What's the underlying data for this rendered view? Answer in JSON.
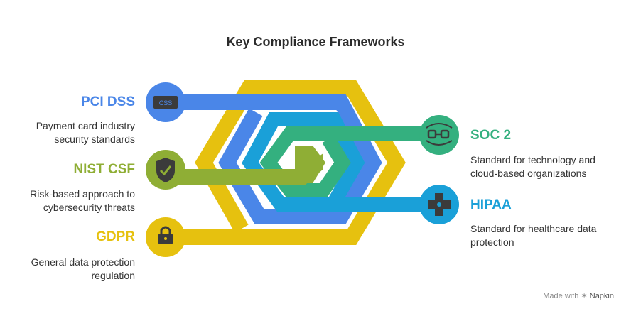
{
  "title": "Key Compliance Frameworks",
  "frameworks": [
    {
      "name": "PCI DSS",
      "description": "Payment card industry security standards",
      "color": "#4a86e8",
      "icon": "css-icon",
      "icon_text": "CSS"
    },
    {
      "name": "NIST CSF",
      "description": "Risk-based approach to cybersecurity threats",
      "color": "#8fae35",
      "icon": "shield-check-icon"
    },
    {
      "name": "GDPR",
      "description": "General data protection regulation",
      "color": "#e6c10f",
      "icon": "lock-icon"
    },
    {
      "name": "SOC 2",
      "description": "Standard for technology and cloud-based organizations",
      "color": "#34b07f",
      "icon": "link-arrows-icon"
    },
    {
      "name": "HIPAA",
      "description": "Standard for healthcare data protection",
      "color": "#1aa0d8",
      "icon": "medical-cross-icon"
    }
  ],
  "credit": {
    "prefix": "Made with",
    "brand": "Napkin"
  }
}
